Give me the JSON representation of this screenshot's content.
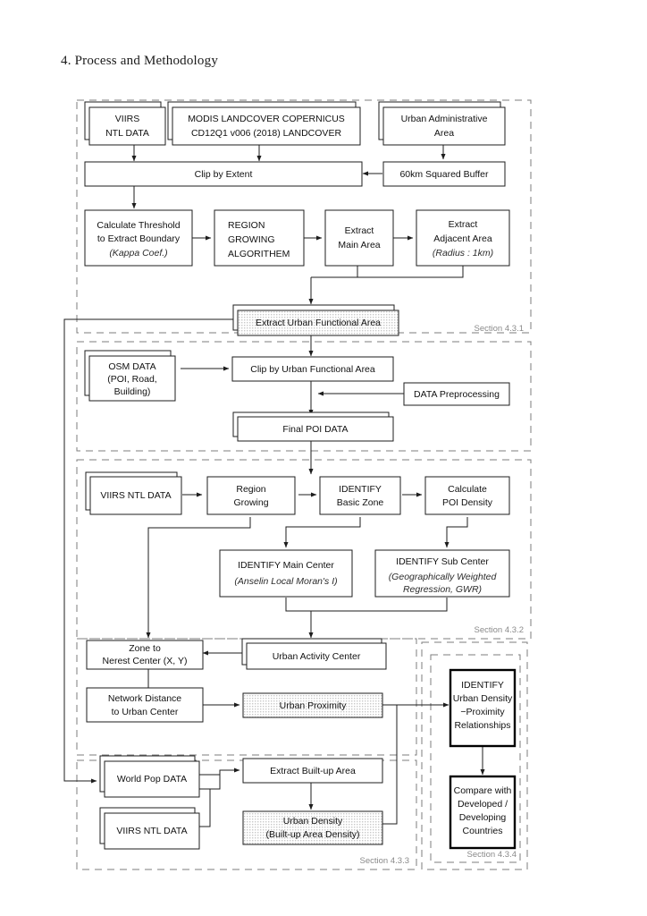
{
  "page": {
    "heading": "4. Process and Methodology"
  },
  "diagram": {
    "type": "flowchart",
    "title": "Process and Methodology flowchart",
    "regions": [
      {
        "id": "s431",
        "label": "Section 4.3.1"
      },
      {
        "id": "s432",
        "label": "Section 4.3.2"
      },
      {
        "id": "s433",
        "label": "Section 4.3.3"
      },
      {
        "id": "s434",
        "label": "Section 4.3.4"
      }
    ],
    "nodes": [
      {
        "id": "viirs_top",
        "lines": [
          "VIIRS",
          "NTL DATA"
        ],
        "style": "stacked"
      },
      {
        "id": "modis",
        "lines": [
          "MODIS LANDCOVER      COPERNICUS",
          "CD12Q1 v006 (2018)      LANDCOVER"
        ],
        "style": "stacked"
      },
      {
        "id": "urban_admin",
        "lines": [
          "Urban Administrative",
          "Area"
        ],
        "style": "stacked"
      },
      {
        "id": "clip_extent",
        "lines": [
          "Clip by Extent"
        ],
        "style": "plain"
      },
      {
        "id": "buffer60",
        "lines": [
          "60km Squared Buffer"
        ],
        "style": "plain"
      },
      {
        "id": "calc_threshold",
        "lines": [
          "Calculate Threshold",
          "to Extract Boundary"
        ],
        "italic": "(Kappa Coef.)",
        "style": "plain"
      },
      {
        "id": "region_growing_alg",
        "lines": [
          "REGION",
          "GROWING",
          "ALGORITHEM"
        ],
        "style": "plain"
      },
      {
        "id": "extract_main",
        "lines": [
          "Extract",
          "Main Area"
        ],
        "style": "plain"
      },
      {
        "id": "extract_adj",
        "lines": [
          "Extract",
          "Adjacent Area"
        ],
        "italic": "(Radius : 1km)",
        "style": "plain"
      },
      {
        "id": "extract_ufa",
        "lines": [
          "Extract Urban Functional Area"
        ],
        "style": "shaded-stacked"
      },
      {
        "id": "osm_data",
        "lines": [
          "OSM DATA",
          "(POI, Road,",
          "Building)"
        ],
        "style": "stacked"
      },
      {
        "id": "clip_ufa",
        "lines": [
          "Clip by Urban Functional Area"
        ],
        "style": "plain"
      },
      {
        "id": "data_preproc",
        "lines": [
          "DATA Preprocessing"
        ],
        "style": "plain"
      },
      {
        "id": "final_poi",
        "lines": [
          "Final POI DATA"
        ],
        "style": "stacked"
      },
      {
        "id": "viirs_mid",
        "lines": [
          "VIIRS NTL DATA"
        ],
        "style": "stacked"
      },
      {
        "id": "region_growing",
        "lines": [
          "Region",
          "Growing"
        ],
        "style": "plain"
      },
      {
        "id": "identify_zone",
        "lines": [
          "IDENTIFY",
          "Basic Zone"
        ],
        "style": "plain"
      },
      {
        "id": "poi_density",
        "lines": [
          "Calculate",
          "POI Density"
        ],
        "style": "plain"
      },
      {
        "id": "main_center",
        "lines": [
          "IDENTIFY Main Center"
        ],
        "italic": "(Anselin Local Moran's I)",
        "style": "plain"
      },
      {
        "id": "sub_center",
        "lines": [
          "IDENTIFY Sub Center"
        ],
        "italic2": [
          "(Geographically Weighted",
          "Regression, GWR)"
        ],
        "style": "plain"
      },
      {
        "id": "urban_activity",
        "lines": [
          "Urban Activity Center"
        ],
        "style": "stacked"
      },
      {
        "id": "zone_nearest",
        "lines": [
          "Zone to",
          "Nerest Center (X, Y)"
        ],
        "style": "plain"
      },
      {
        "id": "network_dist",
        "lines": [
          "Network Distance",
          "to Urban Center"
        ],
        "style": "plain"
      },
      {
        "id": "urban_proximity",
        "lines": [
          "Urban Proximity"
        ],
        "style": "shaded"
      },
      {
        "id": "world_pop",
        "lines": [
          "World Pop DATA"
        ],
        "style": "stacked"
      },
      {
        "id": "viirs_bot",
        "lines": [
          "VIIRS NTL DATA"
        ],
        "style": "stacked"
      },
      {
        "id": "extract_builtup",
        "lines": [
          "Extract Built-up Area"
        ],
        "style": "plain"
      },
      {
        "id": "urban_density",
        "lines": [
          "Urban Density",
          "(Built-up Area Density)"
        ],
        "style": "shaded"
      },
      {
        "id": "identify_rel",
        "lines": [
          "IDENTIFY",
          "Urban Density",
          "−Proximity",
          "Relationships"
        ],
        "style": "thick"
      },
      {
        "id": "compare",
        "lines": [
          "Compare with",
          "Developed /",
          "Developing",
          "Countries"
        ],
        "style": "thick"
      }
    ],
    "edges": [
      {
        "from": "viirs_top",
        "to": "clip_extent"
      },
      {
        "from": "modis",
        "to": "clip_extent"
      },
      {
        "from": "urban_admin",
        "to": "buffer60"
      },
      {
        "from": "buffer60",
        "to": "clip_extent"
      },
      {
        "from": "clip_extent",
        "to": "calc_threshold"
      },
      {
        "from": "calc_threshold",
        "to": "region_growing_alg"
      },
      {
        "from": "region_growing_alg",
        "to": "extract_main"
      },
      {
        "from": "extract_main",
        "to": "extract_adj"
      },
      {
        "from": "extract_main",
        "to": "extract_ufa"
      },
      {
        "from": "extract_adj",
        "to": "extract_ufa"
      },
      {
        "from": "extract_ufa",
        "to": "clip_ufa"
      },
      {
        "from": "osm_data",
        "to": "clip_ufa"
      },
      {
        "from": "data_preproc",
        "to": "clip_ufa"
      },
      {
        "from": "clip_ufa",
        "to": "final_poi"
      },
      {
        "from": "final_poi",
        "to": "identify_zone"
      },
      {
        "from": "viirs_mid",
        "to": "region_growing"
      },
      {
        "from": "region_growing",
        "to": "identify_zone"
      },
      {
        "from": "identify_zone",
        "to": "poi_density"
      },
      {
        "from": "identify_zone",
        "to": "main_center"
      },
      {
        "from": "poi_density",
        "to": "sub_center"
      },
      {
        "from": "main_center",
        "to": "urban_activity"
      },
      {
        "from": "sub_center",
        "to": "urban_activity"
      },
      {
        "from": "urban_activity",
        "to": "zone_nearest"
      },
      {
        "from": "region_growing",
        "to": "zone_nearest"
      },
      {
        "from": "zone_nearest",
        "to": "network_dist"
      },
      {
        "from": "network_dist",
        "to": "urban_proximity"
      },
      {
        "from": "extract_ufa",
        "to": "world_pop"
      },
      {
        "from": "world_pop",
        "to": "extract_builtup"
      },
      {
        "from": "viirs_bot",
        "to": "extract_builtup"
      },
      {
        "from": "extract_builtup",
        "to": "urban_density"
      },
      {
        "from": "urban_proximity",
        "to": "identify_rel"
      },
      {
        "from": "urban_density",
        "to": "identify_rel"
      },
      {
        "from": "identify_rel",
        "to": "compare"
      }
    ]
  }
}
